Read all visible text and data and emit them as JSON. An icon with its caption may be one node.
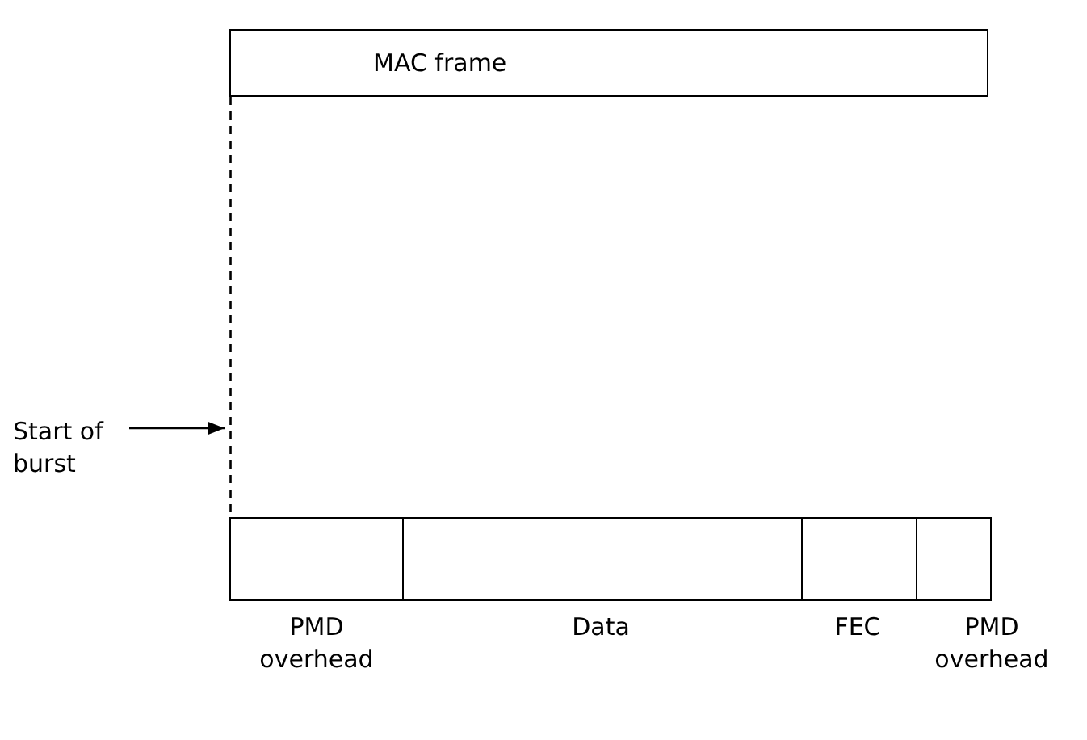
{
  "diagram": {
    "nodes": [
      {
        "text": [
          "MAC frame"
        ]
      },
      {
        "text": [
          "PMD overhead"
        ]
      },
      {
        "text": [
          "Data"
        ]
      },
      {
        "text": [
          "FEC"
        ]
      },
      {
        "text": [
          "PMD overhead"
        ]
      },
      {
        "text": [
          "Start of burst"
        ]
      }
    ],
    "edges": [
      {
        "from": 0,
        "to": 1,
        "arrow": "none",
        "style": "dashed"
      },
      {
        "from": 5,
        "to": null,
        "arrow": "to"
      }
    ]
  }
}
